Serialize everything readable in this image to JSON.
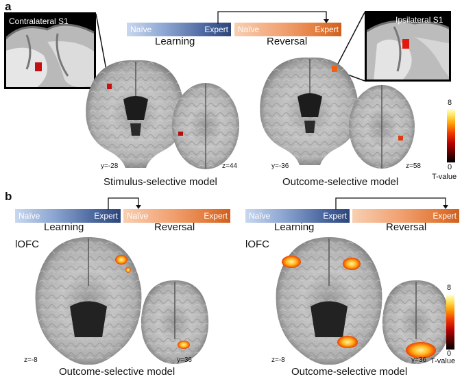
{
  "panel_a": {
    "letter": "a",
    "bar_naive_left": "Naïve",
    "bar_expert_left": "Expert",
    "bar_naive_right": "Naïve",
    "bar_expert_right": "Expert",
    "phase_learning": "Learning",
    "phase_reversal": "Reversal",
    "inset_left_label": "Contralateral S1",
    "inset_right_label": "Ipsilateral S1",
    "coord_1": "y=-28",
    "coord_2": "z=44",
    "coord_3": "y=-36",
    "coord_4": "z=58",
    "caption_left": "Stimulus-selective model",
    "caption_right": "Outcome-selective model",
    "colorbar_max": "8",
    "colorbar_min": "0",
    "colorbar_label": "T-value"
  },
  "panel_b": {
    "letter": "b",
    "left": {
      "bar_naive_left": "Naïve",
      "bar_expert_left": "Expert",
      "bar_naive_right": "Naïve",
      "bar_expert_right": "Expert",
      "phase_learning": "Learning",
      "phase_reversal": "Reversal",
      "region": "lOFC",
      "coord_1": "z=-8",
      "coord_2": "y=36",
      "caption": "Outcome-selective model"
    },
    "right": {
      "bar_naive_left": "Naïve",
      "bar_expert_left": "Expert",
      "bar_expert_right": "Expert",
      "phase_learning": "Learning",
      "phase_reversal": "Reversal",
      "region": "lOFC",
      "coord_1": "z=-8",
      "coord_2": "y=36",
      "caption": "Outcome-selective model"
    },
    "colorbar_max": "8",
    "colorbar_min": "0",
    "colorbar_label": "T-value"
  }
}
